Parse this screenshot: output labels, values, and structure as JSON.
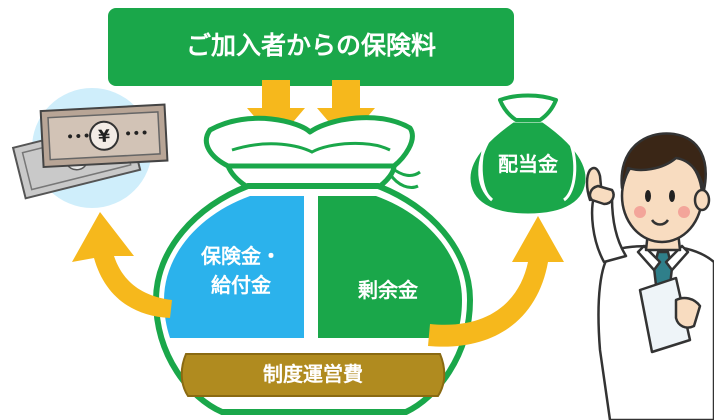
{
  "banner": {
    "text": "ご加入者からの保険料"
  },
  "bag": {
    "left_section": {
      "line1": "保険金・",
      "line2": "給付金"
    },
    "right_section": {
      "text": "剰余金"
    },
    "bottom_bar": {
      "text": "制度運営費"
    }
  },
  "small_bag": {
    "text": "配当金"
  },
  "icons": {
    "money": "yen-banknotes-icon",
    "person": "presenter-man-illustration"
  },
  "colors": {
    "green": "#1aa74a",
    "green_dark": "#15913f",
    "arrow_yellow": "#f6b81c",
    "blue_section": "#2bb2ec",
    "brown_bar": "#b08b1f",
    "light_blue_circle": "#cfeefb"
  }
}
